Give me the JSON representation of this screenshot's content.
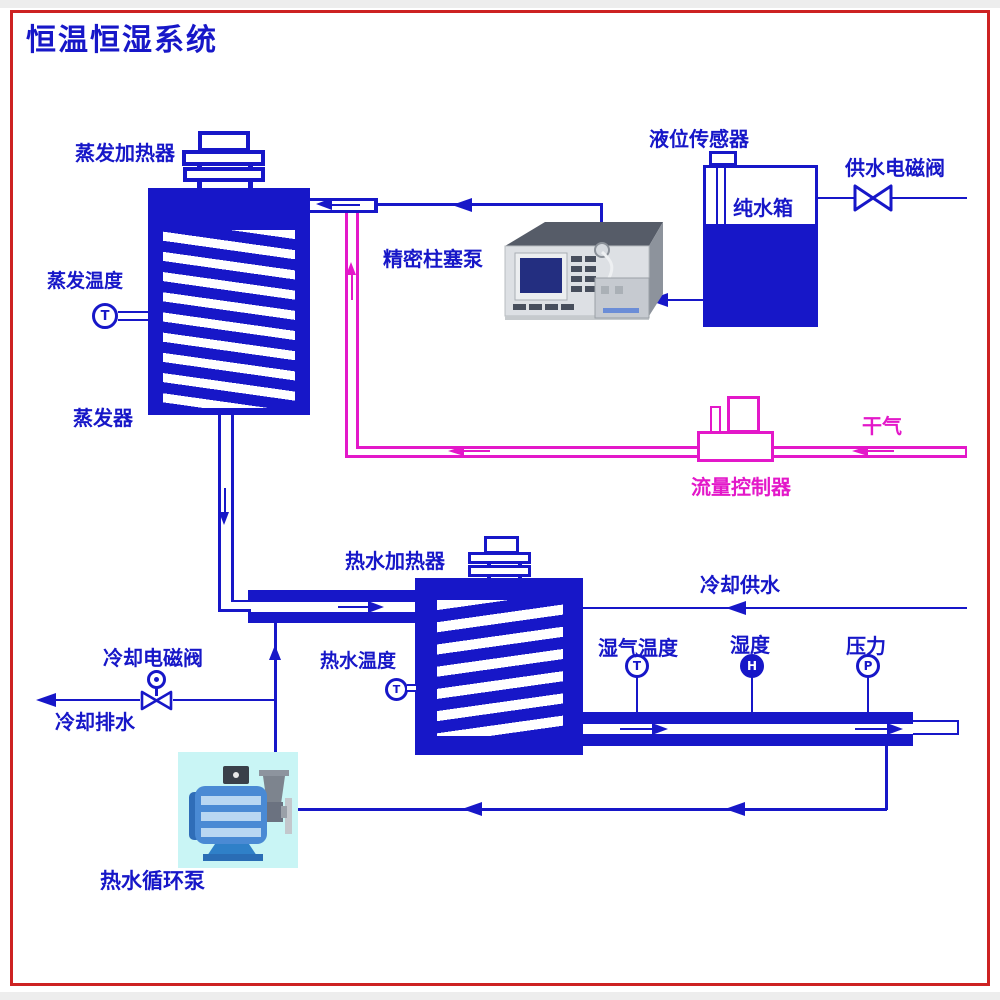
{
  "title": "恒温恒湿系统",
  "colors": {
    "blue": "#1717c8",
    "pink": "#e318c9",
    "red": "#cd2222",
    "cyan": "#c9f5f5"
  },
  "labels": {
    "evap_heater": "蒸发加热器",
    "evap_temp": "蒸发温度",
    "evaporator": "蒸发器",
    "level_sensor": "液位传感器",
    "pure_water_tank": "纯水箱",
    "supply_valve": "供水电磁阀",
    "plunger_pump": "精密柱塞泵",
    "dry_gas": "干气",
    "flow_controller": "流量控制器",
    "hw_heater": "热水加热器",
    "hw_temp": "热水温度",
    "cooling_supply": "冷却供水",
    "humid_temp": "湿气温度",
    "humidity": "湿度",
    "pressure": "压力",
    "cooling_valve": "冷却电磁阀",
    "cooling_drain": "冷却排水",
    "hw_pump": "热水循环泵"
  },
  "sensors": {
    "t": "T",
    "h": "H",
    "p": "P"
  }
}
